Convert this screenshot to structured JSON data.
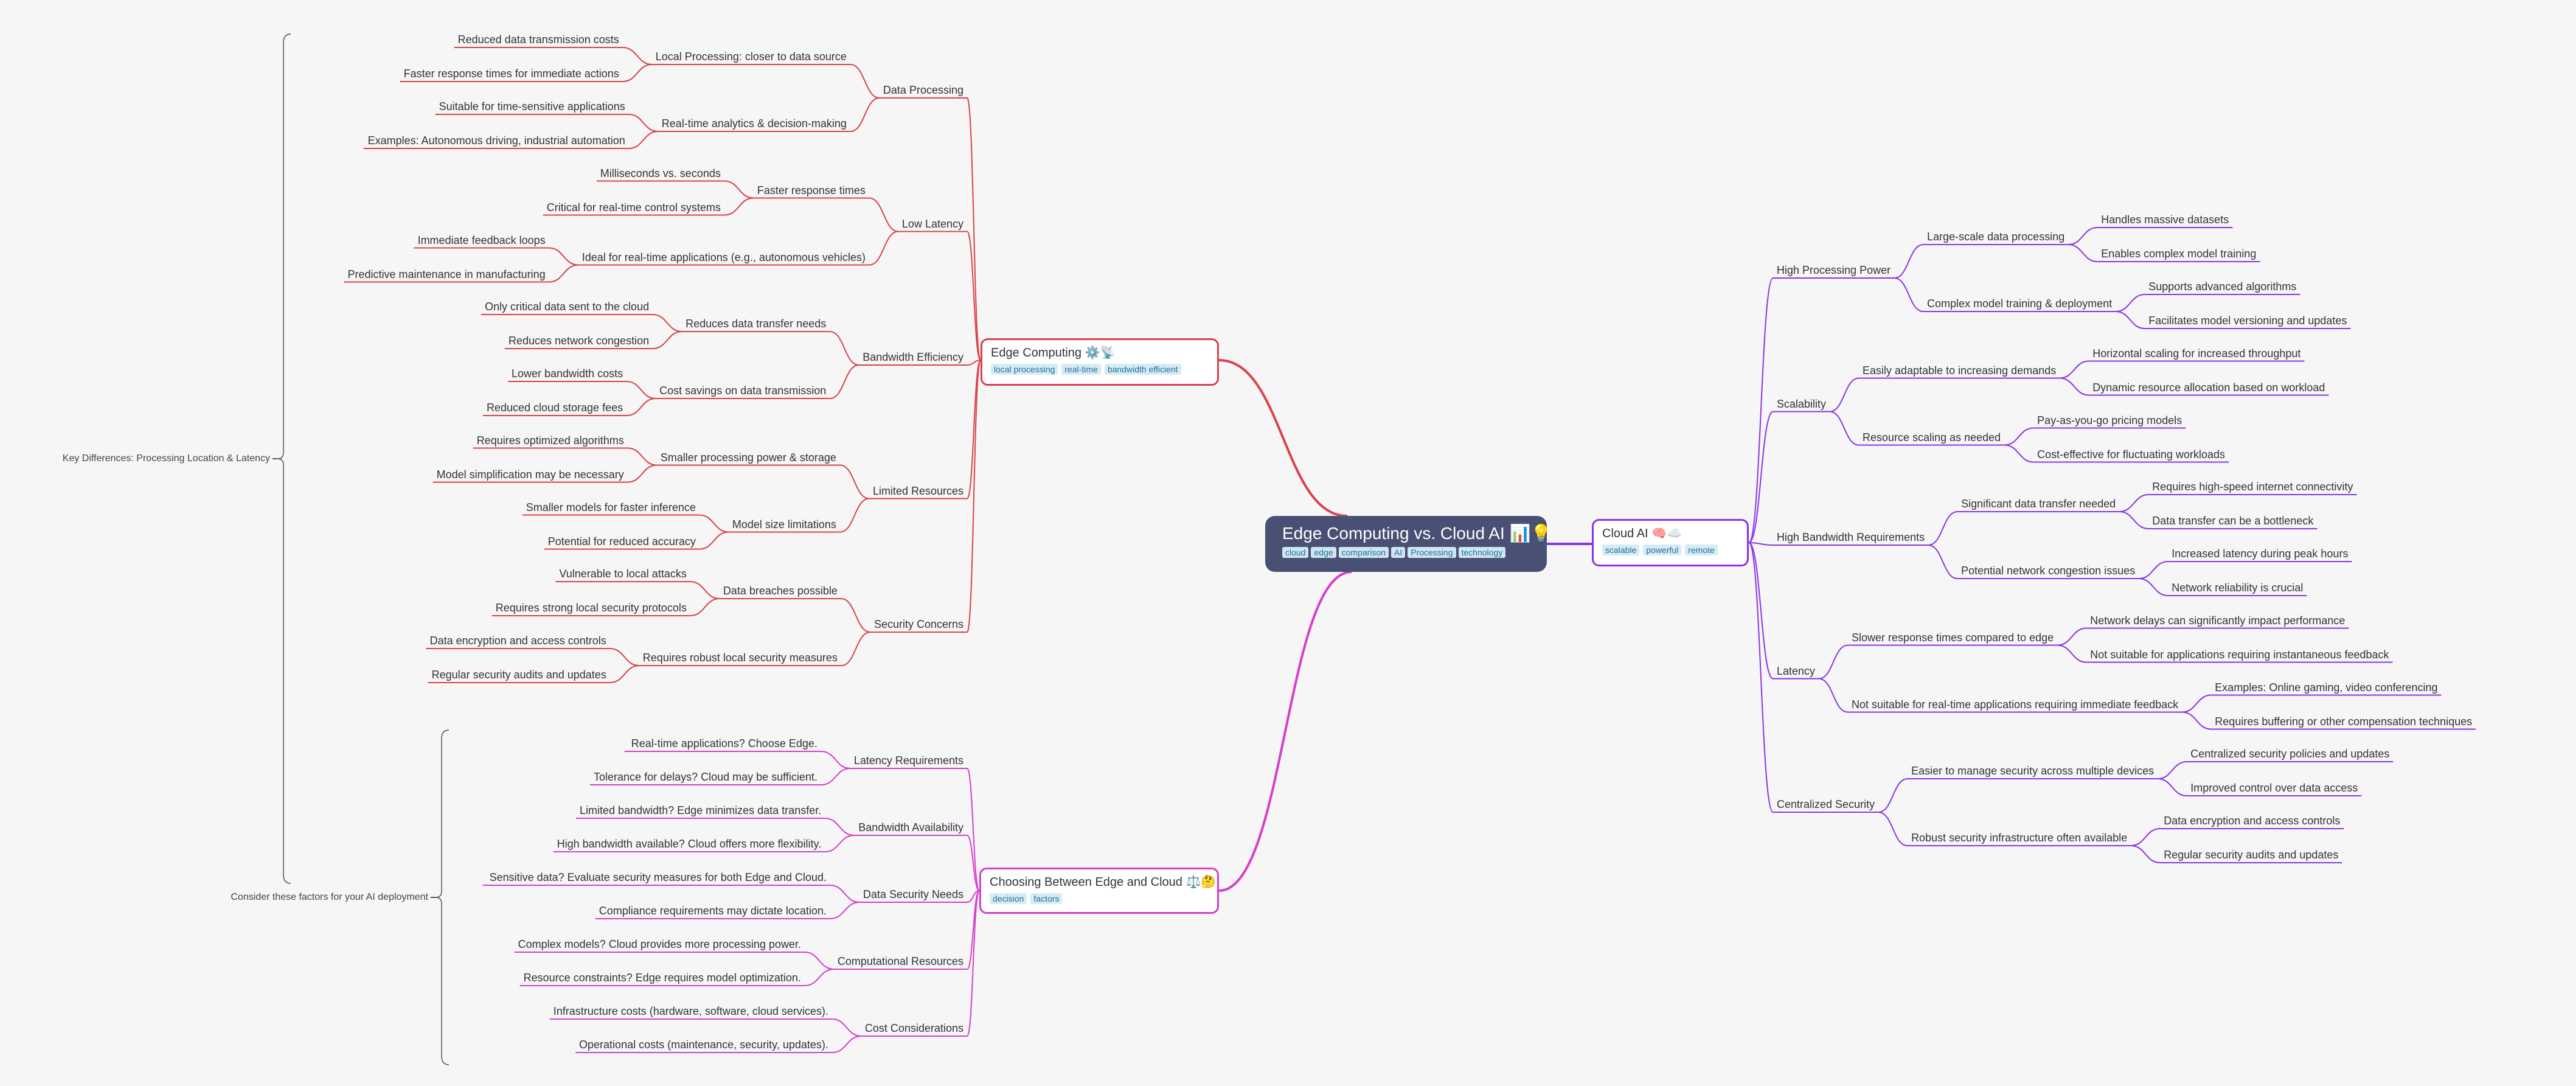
{
  "colors": {
    "edge": "#d9424a",
    "cloud": "#8a34e6",
    "choice": "#d43fcc",
    "summary": "#555555"
  },
  "root": {
    "title": "Edge Computing vs. Cloud AI 📊💡",
    "tags": [
      "cloud",
      "edge",
      "comparison",
      "AI",
      "Processing",
      "technology"
    ]
  },
  "edge": {
    "title": "Edge Computing ⚙️📡",
    "tags": [
      "local processing",
      "real-time",
      "bandwidth efficient"
    ],
    "summary": "Key Differences: Processing Location & Latency",
    "groups": [
      {
        "label": "Data Processing",
        "subs": [
          {
            "label": "Local Processing: closer to data source",
            "leaves": [
              "Reduced data transmission costs",
              "Faster response times for immediate actions"
            ]
          },
          {
            "label": "Real-time analytics & decision-making",
            "leaves": [
              "Suitable for time-sensitive applications",
              "Examples: Autonomous driving, industrial automation"
            ]
          }
        ]
      },
      {
        "label": "Low Latency",
        "subs": [
          {
            "label": "Faster response times",
            "leaves": [
              "Milliseconds vs. seconds",
              "Critical for real-time control systems"
            ]
          },
          {
            "label": "Ideal for real-time applications (e.g., autonomous vehicles)",
            "leaves": [
              "Immediate feedback loops",
              "Predictive maintenance in manufacturing"
            ]
          }
        ]
      },
      {
        "label": "Bandwidth Efficiency",
        "subs": [
          {
            "label": "Reduces data transfer needs",
            "leaves": [
              "Only critical data sent to the cloud",
              "Reduces network congestion"
            ]
          },
          {
            "label": "Cost savings on data transmission",
            "leaves": [
              "Lower bandwidth costs",
              "Reduced cloud storage fees"
            ]
          }
        ]
      },
      {
        "label": "Limited Resources",
        "subs": [
          {
            "label": "Smaller processing power & storage",
            "leaves": [
              "Requires optimized algorithms",
              "Model simplification may be necessary"
            ]
          },
          {
            "label": "Model size limitations",
            "leaves": [
              "Smaller models for faster inference",
              "Potential for reduced accuracy"
            ]
          }
        ]
      },
      {
        "label": "Security Concerns",
        "subs": [
          {
            "label": "Data breaches possible",
            "leaves": [
              "Vulnerable to local attacks",
              "Requires strong local security protocols"
            ]
          },
          {
            "label": "Requires robust local security measures",
            "leaves": [
              "Data encryption and access controls",
              "Regular security audits and updates"
            ]
          }
        ]
      }
    ]
  },
  "choice": {
    "title": "Choosing Between Edge and Cloud ⚖️🤔",
    "tags": [
      "decision",
      "factors"
    ],
    "summary": "Consider these factors for your AI deployment",
    "groups": [
      {
        "label": "Latency Requirements",
        "leaves": [
          "Real-time applications?  Choose Edge.",
          "Tolerance for delays? Cloud may be sufficient."
        ]
      },
      {
        "label": "Bandwidth Availability",
        "leaves": [
          "Limited bandwidth? Edge minimizes data transfer.",
          "High bandwidth available? Cloud offers more flexibility."
        ]
      },
      {
        "label": "Data Security Needs",
        "leaves": [
          "Sensitive data?  Evaluate security measures for both Edge and Cloud.",
          "Compliance requirements may dictate location."
        ]
      },
      {
        "label": "Computational Resources",
        "leaves": [
          "Complex models? Cloud provides more processing power.",
          "Resource constraints? Edge requires model optimization."
        ]
      },
      {
        "label": "Cost Considerations",
        "leaves": [
          "Infrastructure costs (hardware, software, cloud services).",
          "Operational costs (maintenance, security, updates)."
        ]
      }
    ]
  },
  "cloud": {
    "title": "Cloud AI 🧠☁️",
    "tags": [
      "scalable",
      "powerful",
      "remote"
    ],
    "groups": [
      {
        "label": "High Processing Power",
        "subs": [
          {
            "label": "Large-scale data processing",
            "leaves": [
              "Handles massive datasets",
              "Enables complex model training"
            ]
          },
          {
            "label": "Complex model training & deployment",
            "leaves": [
              "Supports advanced algorithms",
              "Facilitates model versioning and updates"
            ]
          }
        ]
      },
      {
        "label": "Scalability",
        "subs": [
          {
            "label": "Easily adaptable to increasing demands",
            "leaves": [
              "Horizontal scaling for increased throughput",
              "Dynamic resource allocation based on workload"
            ]
          },
          {
            "label": "Resource scaling as needed",
            "leaves": [
              "Pay-as-you-go pricing models",
              "Cost-effective for fluctuating workloads"
            ]
          }
        ]
      },
      {
        "label": "High Bandwidth Requirements",
        "subs": [
          {
            "label": "Significant data transfer needed",
            "leaves": [
              "Requires high-speed internet connectivity",
              "Data transfer can be a bottleneck"
            ]
          },
          {
            "label": "Potential network congestion issues",
            "leaves": [
              "Increased latency during peak hours",
              "Network reliability is crucial"
            ]
          }
        ]
      },
      {
        "label": "Latency",
        "subs": [
          {
            "label": "Slower response times compared to edge",
            "leaves": [
              "Network delays can significantly impact performance",
              "Not suitable for applications requiring instantaneous feedback"
            ]
          },
          {
            "label": "Not suitable for real-time applications requiring immediate feedback",
            "leaves": [
              "Examples: Online gaming, video conferencing",
              "Requires buffering or other compensation techniques"
            ]
          }
        ]
      },
      {
        "label": "Centralized Security",
        "subs": [
          {
            "label": "Easier to manage security across multiple devices",
            "leaves": [
              "Centralized security policies and updates",
              "Improved control over data access"
            ]
          },
          {
            "label": "Robust security infrastructure often available",
            "leaves": [
              "Data encryption and access controls",
              "Regular security audits and updates"
            ]
          }
        ]
      }
    ]
  }
}
